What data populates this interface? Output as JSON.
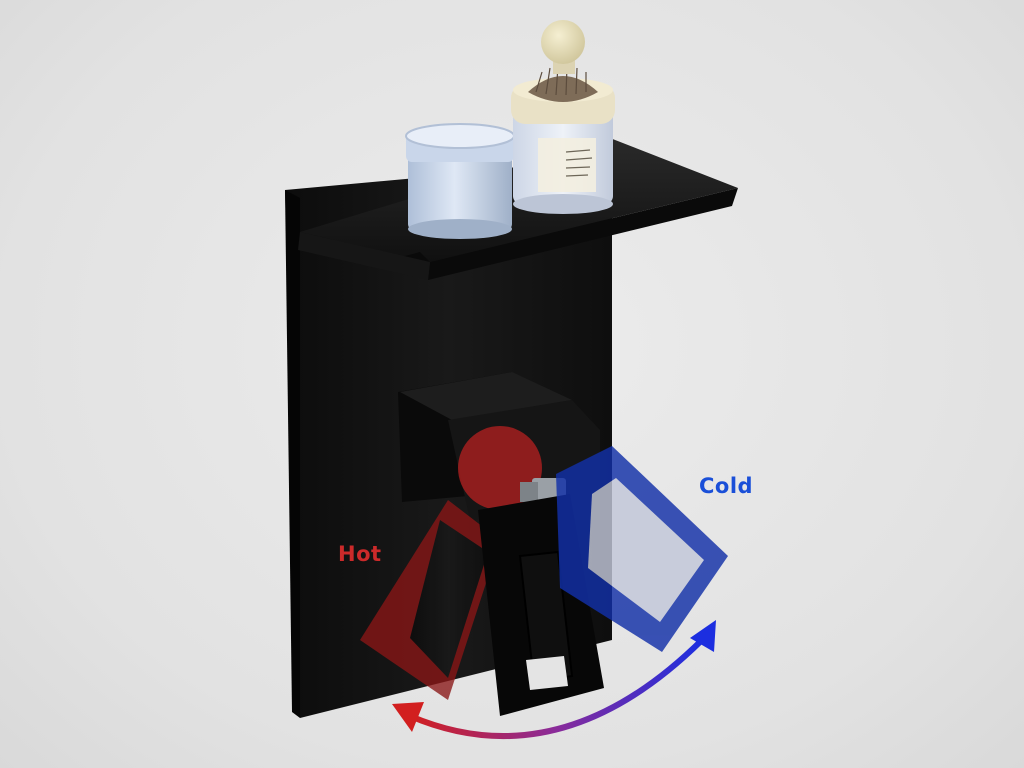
{
  "labels": {
    "hot": "Hot",
    "cold": "Cold"
  },
  "colors": {
    "background": "#e4e4e4",
    "hot": "#cc2a2a",
    "cold": "#1a4fd8",
    "plate": "#121212"
  },
  "icons": {
    "arrow": "curved-double-arrow-hot-to-cold"
  }
}
